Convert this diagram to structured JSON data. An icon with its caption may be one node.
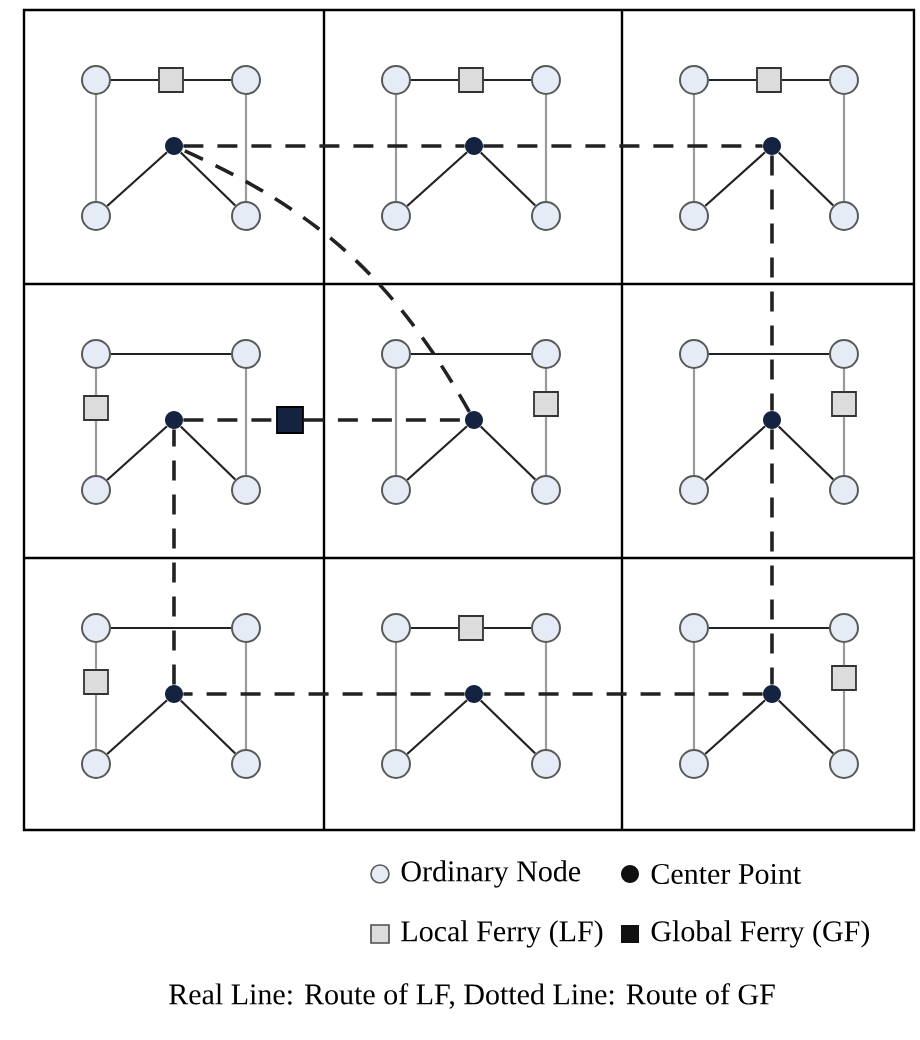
{
  "diagram": {
    "nodes": [
      {
        "text": [],
        "shape": "circle"
      },
      {
        "text": [],
        "shape": "circle"
      },
      {
        "text": [],
        "shape": "dot"
      },
      {
        "text": [],
        "shape": "circle"
      },
      {
        "text": [],
        "shape": "circle"
      },
      {
        "text": [],
        "shape": "square"
      },
      {
        "text": [],
        "shape": "circle"
      },
      {
        "text": [],
        "shape": "circle"
      },
      {
        "text": [],
        "shape": "dot"
      },
      {
        "text": [],
        "shape": "circle"
      },
      {
        "text": [],
        "shape": "circle"
      },
      {
        "text": [],
        "shape": "square"
      },
      {
        "text": [],
        "shape": "circle"
      },
      {
        "text": [],
        "shape": "circle"
      },
      {
        "text": [],
        "shape": "dot"
      },
      {
        "text": [],
        "shape": "circle"
      },
      {
        "text": [],
        "shape": "circle"
      },
      {
        "text": [],
        "shape": "square"
      },
      {
        "text": [],
        "shape": "circle"
      },
      {
        "text": [],
        "shape": "circle"
      },
      {
        "text": [],
        "shape": "dot"
      },
      {
        "text": [],
        "shape": "circle"
      },
      {
        "text": [],
        "shape": "circle"
      },
      {
        "text": [],
        "shape": "square"
      },
      {
        "text": [],
        "shape": "circle"
      },
      {
        "text": [],
        "shape": "circle"
      },
      {
        "text": [],
        "shape": "dot"
      },
      {
        "text": [],
        "shape": "circle"
      },
      {
        "text": [],
        "shape": "circle"
      },
      {
        "text": [],
        "shape": "square"
      },
      {
        "text": [],
        "shape": "circle"
      },
      {
        "text": [],
        "shape": "circle"
      },
      {
        "text": [],
        "shape": "dot"
      },
      {
        "text": [],
        "shape": "circle"
      },
      {
        "text": [],
        "shape": "circle"
      },
      {
        "text": [],
        "shape": "square"
      },
      {
        "text": [],
        "shape": "circle"
      },
      {
        "text": [],
        "shape": "circle"
      },
      {
        "text": [],
        "shape": "dot"
      },
      {
        "text": [],
        "shape": "circle"
      },
      {
        "text": [],
        "shape": "circle"
      },
      {
        "text": [],
        "shape": "square"
      },
      {
        "text": [],
        "shape": "circle"
      },
      {
        "text": [],
        "shape": "circle"
      },
      {
        "text": [],
        "shape": "dot"
      },
      {
        "text": [],
        "shape": "circle"
      },
      {
        "text": [],
        "shape": "circle"
      },
      {
        "text": [],
        "shape": "square"
      },
      {
        "text": [],
        "shape": "circle"
      },
      {
        "text": [],
        "shape": "circle"
      },
      {
        "text": [],
        "shape": "dot"
      },
      {
        "text": [],
        "shape": "circle"
      },
      {
        "text": [],
        "shape": "circle"
      },
      {
        "text": [],
        "shape": "square"
      },
      {
        "text": [],
        "shape": "block"
      }
    ],
    "edges": [
      {
        "from": 0,
        "to": 5,
        "arrow": "none"
      },
      {
        "from": 5,
        "to": 1,
        "arrow": "none"
      },
      {
        "from": 1,
        "to": 4,
        "arrow": "none",
        "color": "#9a9a9a"
      },
      {
        "from": 4,
        "to": 2,
        "arrow": "none"
      },
      {
        "from": 2,
        "to": 3,
        "arrow": "none"
      },
      {
        "from": 3,
        "to": 0,
        "arrow": "none",
        "color": "#9a9a9a"
      },
      {
        "from": 6,
        "to": 11,
        "arrow": "none"
      },
      {
        "from": 11,
        "to": 7,
        "arrow": "none"
      },
      {
        "from": 7,
        "to": 10,
        "arrow": "none",
        "color": "#9a9a9a"
      },
      {
        "from": 10,
        "to": 8,
        "arrow": "none"
      },
      {
        "from": 8,
        "to": 9,
        "arrow": "none"
      },
      {
        "from": 9,
        "to": 6,
        "arrow": "none",
        "color": "#9a9a9a"
      },
      {
        "from": 12,
        "to": 17,
        "arrow": "none"
      },
      {
        "from": 17,
        "to": 13,
        "arrow": "none"
      },
      {
        "from": 13,
        "to": 16,
        "arrow": "none",
        "color": "#9a9a9a"
      },
      {
        "from": 16,
        "to": 14,
        "arrow": "none"
      },
      {
        "from": 14,
        "to": 15,
        "arrow": "none"
      },
      {
        "from": 15,
        "to": 12,
        "arrow": "none",
        "color": "#9a9a9a"
      },
      {
        "from": 18,
        "to": 19,
        "arrow": "none"
      },
      {
        "from": 19,
        "to": 22,
        "arrow": "none",
        "color": "#9a9a9a"
      },
      {
        "from": 22,
        "to": 20,
        "arrow": "none"
      },
      {
        "from": 20,
        "to": 21,
        "arrow": "none"
      },
      {
        "from": 21,
        "to": 23,
        "arrow": "none",
        "color": "#9a9a9a"
      },
      {
        "from": 23,
        "to": 18,
        "arrow": "none",
        "color": "#9a9a9a"
      },
      {
        "from": 24,
        "to": 25,
        "arrow": "none"
      },
      {
        "from": 25,
        "to": 29,
        "arrow": "none",
        "color": "#9a9a9a"
      },
      {
        "from": 29,
        "to": 28,
        "arrow": "none",
        "color": "#9a9a9a"
      },
      {
        "from": 28,
        "to": 26,
        "arrow": "none"
      },
      {
        "from": 26,
        "to": 27,
        "arrow": "none"
      },
      {
        "from": 27,
        "to": 24,
        "arrow": "none",
        "color": "#9a9a9a"
      },
      {
        "from": 30,
        "to": 31,
        "arrow": "none"
      },
      {
        "from": 31,
        "to": 35,
        "arrow": "none",
        "color": "#9a9a9a"
      },
      {
        "from": 35,
        "to": 34,
        "arrow": "none",
        "color": "#9a9a9a"
      },
      {
        "from": 34,
        "to": 32,
        "arrow": "none"
      },
      {
        "from": 32,
        "to": 33,
        "arrow": "none"
      },
      {
        "from": 33,
        "to": 30,
        "arrow": "none",
        "color": "#9a9a9a"
      },
      {
        "from": 36,
        "to": 37,
        "arrow": "none"
      },
      {
        "from": 37,
        "to": 40,
        "arrow": "none",
        "color": "#9a9a9a"
      },
      {
        "from": 40,
        "to": 38,
        "arrow": "none"
      },
      {
        "from": 38,
        "to": 39,
        "arrow": "none"
      },
      {
        "from": 39,
        "to": 41,
        "arrow": "none",
        "color": "#9a9a9a"
      },
      {
        "from": 41,
        "to": 36,
        "arrow": "none",
        "color": "#9a9a9a"
      },
      {
        "from": 42,
        "to": 47,
        "arrow": "none"
      },
      {
        "from": 47,
        "to": 43,
        "arrow": "none"
      },
      {
        "from": 43,
        "to": 46,
        "arrow": "none",
        "color": "#9a9a9a"
      },
      {
        "from": 46,
        "to": 44,
        "arrow": "none"
      },
      {
        "from": 44,
        "to": 45,
        "arrow": "none"
      },
      {
        "from": 45,
        "to": 42,
        "arrow": "none",
        "color": "#9a9a9a"
      },
      {
        "from": 48,
        "to": 49,
        "arrow": "none"
      },
      {
        "from": 49,
        "to": 53,
        "arrow": "none",
        "color": "#9a9a9a"
      },
      {
        "from": 53,
        "to": 52,
        "arrow": "none",
        "color": "#9a9a9a"
      },
      {
        "from": 52,
        "to": 50,
        "arrow": "none"
      },
      {
        "from": 50,
        "to": 51,
        "arrow": "none"
      },
      {
        "from": 51,
        "to": 48,
        "arrow": "none",
        "color": "#9a9a9a"
      },
      {
        "from": 2,
        "to": 8,
        "arrow": "none",
        "style": "dashed"
      },
      {
        "from": 8,
        "to": 14,
        "arrow": "none",
        "style": "dashed"
      },
      {
        "from": 14,
        "to": 32,
        "arrow": "none",
        "style": "dashed"
      },
      {
        "from": 32,
        "to": 50,
        "arrow": "none",
        "style": "dashed"
      },
      {
        "from": 50,
        "to": 44,
        "arrow": "none",
        "style": "dashed"
      },
      {
        "from": 44,
        "to": 38,
        "arrow": "none",
        "style": "dashed"
      },
      {
        "from": 38,
        "to": 20,
        "arrow": "none",
        "style": "dashed"
      },
      {
        "from": 20,
        "to": 54,
        "arrow": "none",
        "style": "dashed"
      },
      {
        "from": 54,
        "to": 26,
        "arrow": "none",
        "style": "dashed"
      },
      {
        "from": 26,
        "to": 2,
        "arrow": "none",
        "style": "dashed"
      }
    ],
    "labels": [
      "Real Line: Route of LF, Dotted Line: Route of GF"
    ],
    "legend": [
      {
        "text": "Ordinary Node",
        "color": "#e6ecf5"
      },
      {
        "text": "Center Point",
        "color": "#111111"
      },
      {
        "text": "Local Ferry (LF)",
        "color": "#dcdcdc"
      },
      {
        "text": "Global Ferry (GF)",
        "color": "#111111"
      }
    ]
  }
}
